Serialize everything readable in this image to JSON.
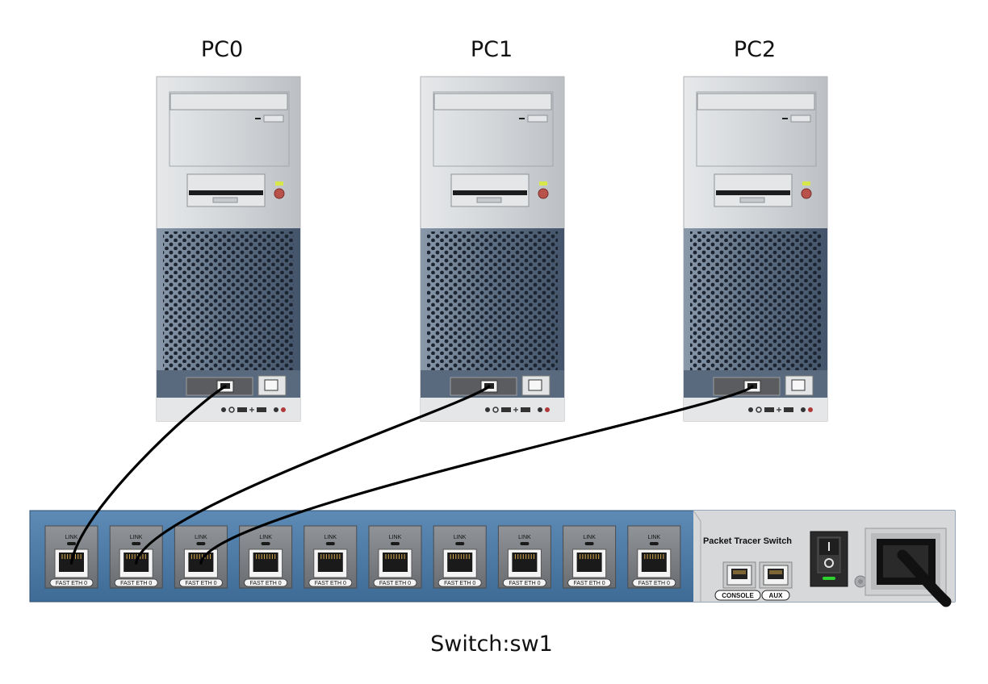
{
  "pcs": [
    {
      "label": "PC0"
    },
    {
      "label": "PC1"
    },
    {
      "label": "PC2"
    }
  ],
  "switch": {
    "label": "Switch:sw1",
    "brand": "Packet Tracer Switch",
    "port_link_label": "LINK",
    "port_name": "FAST ETH 0",
    "port_count": 10,
    "console_label": "CONSOLE",
    "aux_label": "AUX"
  },
  "links": [
    {
      "from_pc": 0,
      "to_port": 0
    },
    {
      "from_pc": 1,
      "to_port": 1
    },
    {
      "from_pc": 2,
      "to_port": 2
    }
  ],
  "colors": {
    "switch_body": "#4a78a3",
    "switch_right_panel": "#d7d8d9",
    "pc_case": "#d2d5d8",
    "pc_grille": "#4b5c70",
    "port_tile": "#7b7e82",
    "cable": "#000000",
    "power_led": "#2ed12e"
  }
}
